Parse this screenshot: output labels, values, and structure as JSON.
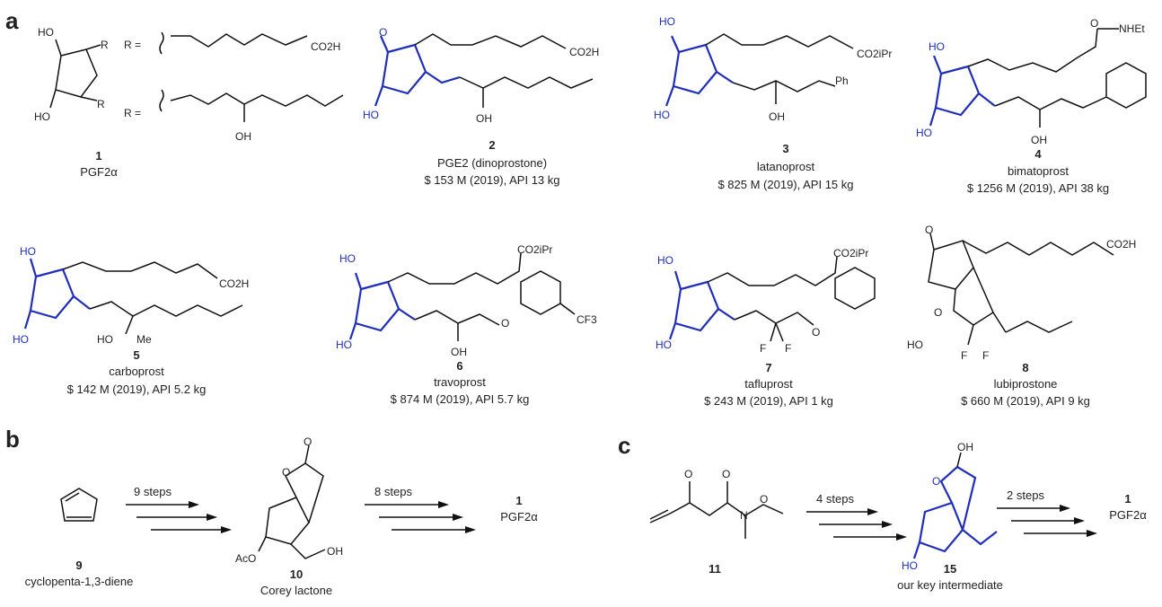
{
  "panels": {
    "a": "a",
    "b": "b",
    "c": "c"
  },
  "accent_color": "#1f2fb8",
  "compounds": [
    {
      "number": "1",
      "name": "PGF2α",
      "market": "",
      "labels": [
        "HO",
        "HO",
        "R",
        "R",
        "R =",
        "R =",
        "CO2H",
        "OH"
      ]
    },
    {
      "number": "2",
      "name": "PGE2 (dinoprostone)",
      "market": "$ 153 M (2019), API 13 kg",
      "labels": [
        "O",
        "HO",
        "CO2H",
        "OH"
      ]
    },
    {
      "number": "3",
      "name": "latanoprost",
      "market": "$ 825 M (2019), API 15 kg",
      "labels": [
        "HO",
        "HO",
        "CO2iPr",
        "Ph",
        "OH"
      ]
    },
    {
      "number": "4",
      "name": "bimatoprost",
      "market": "$ 1256 M (2019), API 38 kg",
      "labels": [
        "HO",
        "HO",
        "O",
        "NHEt",
        "OH"
      ]
    },
    {
      "number": "5",
      "name": "carboprost",
      "market": "$ 142 M (2019), API 5.2 kg",
      "labels": [
        "HO",
        "HO",
        "CO2H",
        "HO",
        "Me"
      ]
    },
    {
      "number": "6",
      "name": "travoprost",
      "market": "$ 874 M (2019), API 5.7 kg",
      "labels": [
        "HO",
        "HO",
        "CO2iPr",
        "O",
        "CF3",
        "OH"
      ]
    },
    {
      "number": "7",
      "name": "tafluprost",
      "market": "$ 243 M (2019), API 1 kg",
      "labels": [
        "HO",
        "HO",
        "CO2iPr",
        "O",
        "F",
        "F"
      ]
    },
    {
      "number": "8",
      "name": "lubiprostone",
      "market": "$ 660 M (2019), API 9 kg",
      "labels": [
        "O",
        "CO2H",
        "O",
        "HO",
        "F",
        "F"
      ]
    }
  ],
  "route_b": {
    "start_number": "9",
    "start_name": "cyclopenta-1,3-diene",
    "step1": "9 steps",
    "mid_number": "10",
    "mid_name": "Corey lactone",
    "mid_labels": [
      "O",
      "O",
      "AcO",
      "OH"
    ],
    "step2": "8 steps",
    "product_number": "1",
    "product_name": "PGF2α"
  },
  "route_c": {
    "start_number": "11",
    "start_labels": [
      "O",
      "O",
      "N",
      "O"
    ],
    "step1": "4 steps",
    "mid_number": "15",
    "mid_name": "our key intermediate",
    "mid_labels": [
      "O",
      "OH",
      "HO"
    ],
    "step2": "2 steps",
    "product_number": "1",
    "product_name": "PGF2α"
  }
}
